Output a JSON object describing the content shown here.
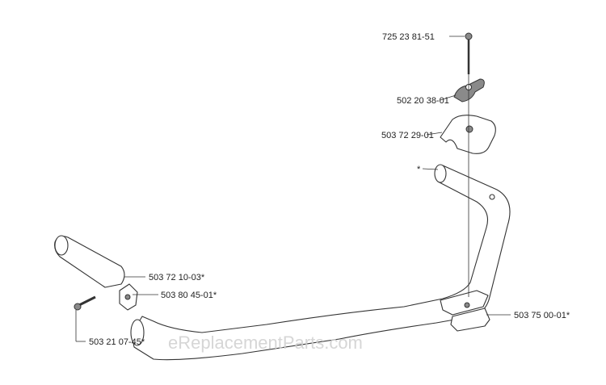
{
  "parts": [
    {
      "id": "bolt-top",
      "label": "725 23 81-51"
    },
    {
      "id": "knob",
      "label": "502 20 38-01"
    },
    {
      "id": "clamp-top",
      "label": "503 72 29-01"
    },
    {
      "id": "handle-end",
      "label": "*"
    },
    {
      "id": "grip",
      "label": "503 72 10-03*"
    },
    {
      "id": "clip",
      "label": "503 80 45-01*"
    },
    {
      "id": "screw",
      "label": "503 21 07-45*"
    },
    {
      "id": "clamp-bottom",
      "label": "503 75 00-01*"
    }
  ],
  "watermark": "eReplacementParts.com"
}
